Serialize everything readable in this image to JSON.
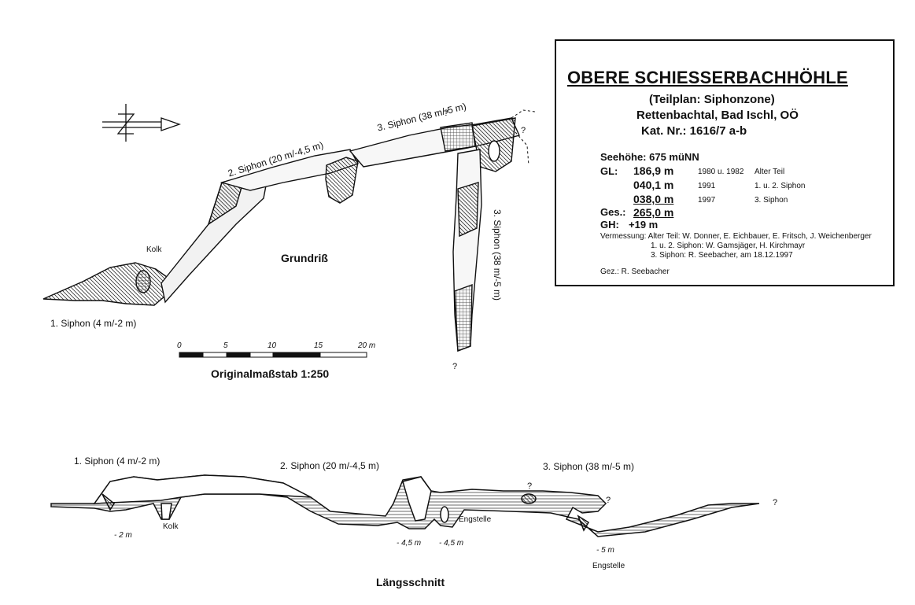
{
  "info_box": {
    "title": "OBERE SCHIESSERBACHHÖHLE",
    "subtitle": "(Teilplan: Siphonzone)",
    "location": "Rettenbachtal, Bad Ischl, OÖ",
    "cadastre": "Kat. Nr.: 1616/7 a-b",
    "altitude": "Seehöhe: 675 müNN",
    "gl_label": "GL:",
    "lengths": [
      {
        "value": "186,9 m",
        "year": "1980 u. 1982",
        "part": "Alter Teil"
      },
      {
        "value": "040,1 m",
        "year": "1991",
        "part": "1. u. 2. Siphon"
      },
      {
        "value": "038,0 m",
        "year": "1997",
        "part": "3. Siphon"
      }
    ],
    "total_label": "Ges.:",
    "total_value": "265,0 m",
    "gh_label": "GH:",
    "gh_value": "+19 m",
    "survey_lines": [
      "Vermessung: Alter Teil: W. Donner, E. Eichbauer, E. Fritsch, J. Weichenberger",
      "1. u. 2. Siphon: W. Gamsjäger, H. Kirchmayr",
      "3. Siphon: R. Seebacher, am 18.12.1997"
    ],
    "drawn_by": "Gez.: R. Seebacher"
  },
  "plan": {
    "title": "Grundriß",
    "labels": {
      "siphon1": "1. Siphon (4 m/-2 m)",
      "siphon2": "2. Siphon (20 m/-4,5 m)",
      "siphon3_top": "3. Siphon (38 m/-5 m)",
      "siphon3_side": "3. Siphon (38 m/-5 m)",
      "kolk": "Kolk",
      "question": "?"
    },
    "scale": {
      "ticks": [
        "0",
        "5",
        "10",
        "15",
        "20 m"
      ],
      "caption": "Originalmaßstab 1:250"
    }
  },
  "section": {
    "title": "Längsschnitt",
    "labels": {
      "siphon1": "1. Siphon (4 m/-2 m)",
      "siphon2": "2. Siphon (20 m/-4,5 m)",
      "siphon3": "3. Siphon (38 m/-5 m)",
      "kolk": "Kolk",
      "engstelle1": "Engstelle",
      "engstelle2": "Engstelle",
      "depth1": "- 2 m",
      "depth2": "- 4,5 m",
      "depth3": "- 4,5 m",
      "depth4": "- 5 m",
      "question": "?"
    }
  }
}
